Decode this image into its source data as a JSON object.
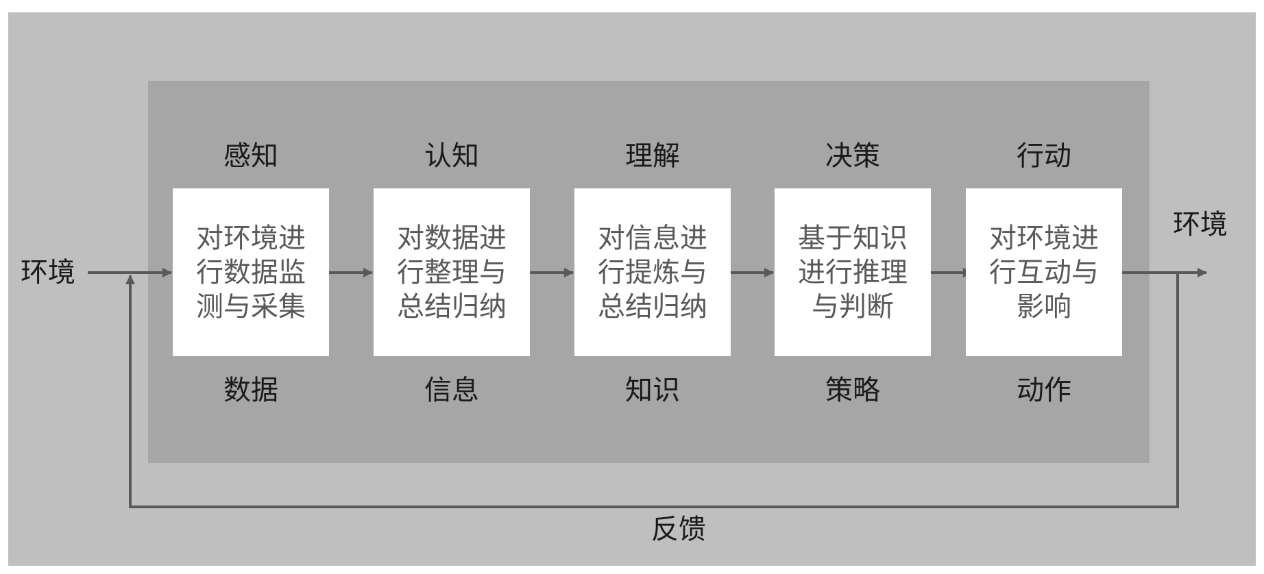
{
  "environment_left": "环境",
  "environment_right": "环境",
  "feedback_label": "反馈",
  "stages": [
    {
      "top_label": "感知",
      "box_text": "对环境进\n行数据监\n测与采集",
      "bottom_label": "数据"
    },
    {
      "top_label": "认知",
      "box_text": "对数据进\n行整理与\n总结归纳",
      "bottom_label": "信息"
    },
    {
      "top_label": "理解",
      "box_text": "对信息进\n行提炼与\n总结归纳",
      "bottom_label": "知识"
    },
    {
      "top_label": "决策",
      "box_text": "基于知识\n进行推理\n与判断",
      "bottom_label": "策略"
    },
    {
      "top_label": "行动",
      "box_text": "对环境进\n行互动与\n影响",
      "bottom_label": "动作"
    }
  ],
  "colors": {
    "outer_background": "#bfbfbf",
    "inner_background": "#a6a6a6",
    "box_background": "#ffffff",
    "arrow": "#595959"
  }
}
